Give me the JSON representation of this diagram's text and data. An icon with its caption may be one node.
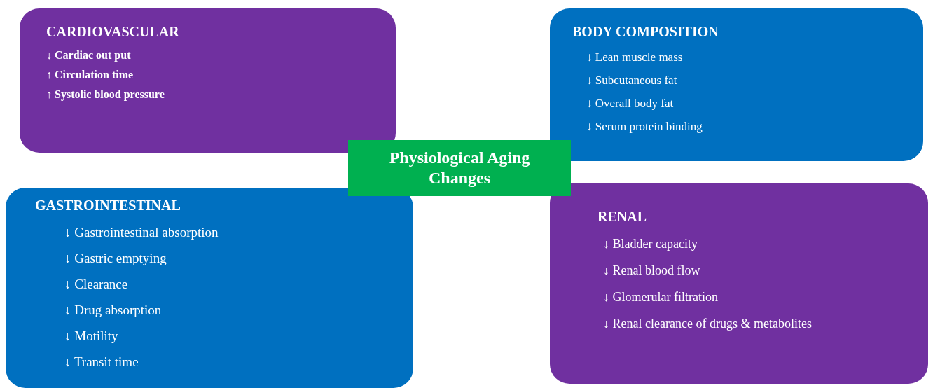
{
  "diagram": {
    "nodes": [
      {
        "text": [
          "CARDIOVASCULAR",
          "↓ Cardiac out put",
          "↑ Circulation time",
          "↑ Systolic blood pressure"
        ]
      },
      {
        "text": [
          "BODY COMPOSITION",
          "↓ Lean muscle mass",
          "↓ Subcutaneous fat",
          "↓ Overall body fat",
          "↓ Serum protein binding"
        ]
      },
      {
        "text": [
          "Physiological Aging Changes"
        ]
      },
      {
        "text": [
          "GASTROINTESTINAL",
          "↓ Gastrointestinal absorption",
          "↓ Gastric emptying",
          "↓ Clearance",
          "↓ Drug absorption",
          "↓ Motility",
          "↓ Transit time"
        ]
      },
      {
        "text": [
          "RENAL",
          "↓ Bladder capacity",
          "↓ Renal blood flow",
          "↓ Glomerular filtration",
          "↓ Renal clearance of drugs & metabolites"
        ]
      }
    ]
  }
}
